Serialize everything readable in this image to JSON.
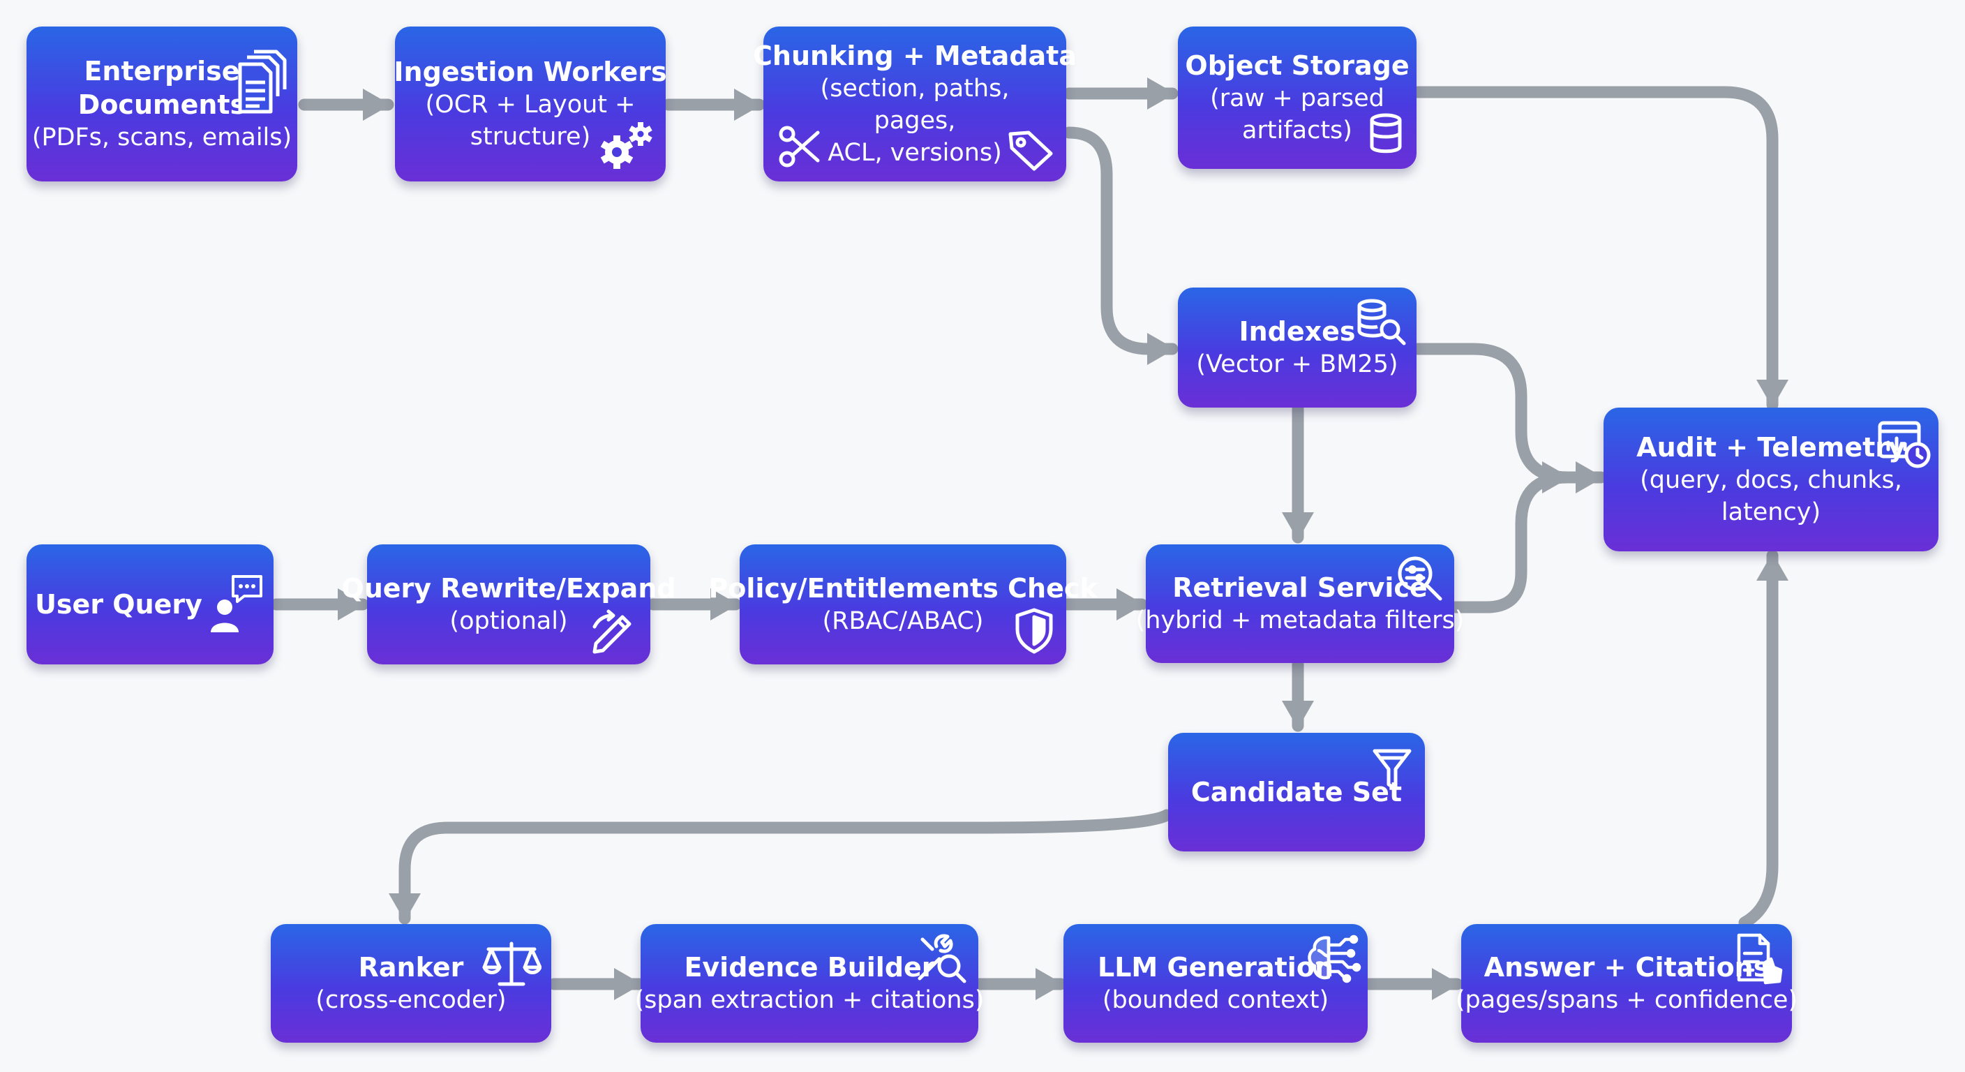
{
  "nodes": {
    "enterprise_documents": {
      "title": "Enterprise\nDocuments",
      "sub": "(PDFs, scans, emails)",
      "icon": "documents-icon"
    },
    "ingestion_workers": {
      "title": "Ingestion Workers",
      "sub": "(OCR + Layout +\nstructure)",
      "icon": "gears-icon"
    },
    "chunking_metadata": {
      "title": "Chunking + Metadata",
      "sub": "(section, paths, pages,\nACL, versions)",
      "icon": "scissors-tag-icon"
    },
    "object_storage": {
      "title": "Object Storage",
      "sub": "(raw + parsed\nartifacts)",
      "icon": "database-icon"
    },
    "indexes": {
      "title": "Indexes",
      "sub": "(Vector + BM25)",
      "icon": "database-search-icon"
    },
    "audit_telemetry": {
      "title": "Audit + Telemetry",
      "sub": "(query, docs, chunks,\nlatency)",
      "icon": "dashboard-clock-icon"
    },
    "user_query": {
      "title": "User Query",
      "sub": "",
      "icon": "user-chat-icon"
    },
    "query_rewrite": {
      "title": "Query Rewrite/Expand",
      "sub": "(optional)",
      "icon": "pencil-icon"
    },
    "policy_check": {
      "title": "Policy/Entitlements Check",
      "sub": "(RBAC/ABAC)",
      "icon": "shield-icon"
    },
    "retrieval_service": {
      "title": "Retrieval Service",
      "sub": "(hybrid + metadata filters)",
      "icon": "search-filter-icon"
    },
    "candidate_set": {
      "title": "Candidate Set",
      "sub": "",
      "icon": "funnel-icon"
    },
    "ranker": {
      "title": "Ranker",
      "sub": "(cross-encoder)",
      "icon": "scales-icon"
    },
    "evidence_builder": {
      "title": "Evidence Builder",
      "sub": "(span extraction + citations)",
      "icon": "tools-search-icon"
    },
    "llm_generation": {
      "title": "LLM Generation",
      "sub": "(bounded context)",
      "icon": "brain-circuit-icon"
    },
    "answer_citations": {
      "title": "Answer + Citations",
      "sub": "(pages/spans + confidence)",
      "icon": "document-check-icon"
    }
  },
  "edges": [
    {
      "from": "Enterprise Documents",
      "to": "Ingestion Workers"
    },
    {
      "from": "Ingestion Workers",
      "to": "Chunking + Metadata"
    },
    {
      "from": "Chunking + Metadata",
      "to": "Object Storage"
    },
    {
      "from": "Chunking + Metadata",
      "to": "Indexes"
    },
    {
      "from": "Object Storage",
      "to": "Audit + Telemetry"
    },
    {
      "from": "Indexes",
      "to": "Audit + Telemetry"
    },
    {
      "from": "Indexes",
      "to": "Retrieval Service"
    },
    {
      "from": "User Query",
      "to": "Query Rewrite/Expand"
    },
    {
      "from": "Query Rewrite/Expand",
      "to": "Policy/Entitlements Check"
    },
    {
      "from": "Policy/Entitlements Check",
      "to": "Retrieval Service"
    },
    {
      "from": "Retrieval Service",
      "to": "Audit + Telemetry"
    },
    {
      "from": "Retrieval Service",
      "to": "Candidate Set"
    },
    {
      "from": "Candidate Set",
      "to": "Ranker"
    },
    {
      "from": "Ranker",
      "to": "Evidence Builder"
    },
    {
      "from": "Evidence Builder",
      "to": "LLM Generation"
    },
    {
      "from": "LLM Generation",
      "to": "Answer + Citations"
    },
    {
      "from": "Answer + Citations",
      "to": "Audit + Telemetry"
    }
  ],
  "colors": {
    "node_top": "#2a66e6",
    "node_bottom": "#6a2fd6",
    "arrow": "#9aa0a8",
    "text": "#ffffff",
    "background": "#f7f8fa"
  }
}
